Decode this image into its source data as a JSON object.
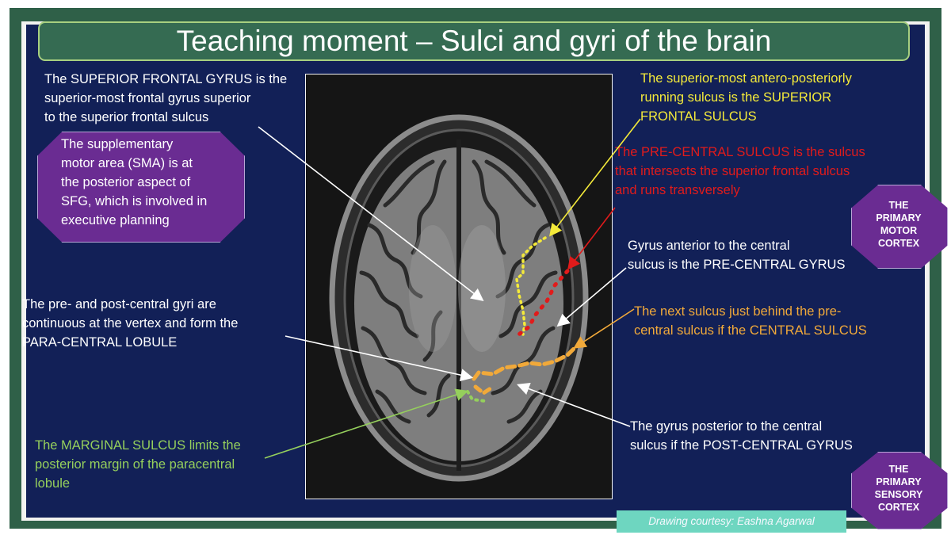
{
  "title": "Teaching moment – Sulci and gyri of the brain",
  "labels": {
    "superior_frontal_gyrus": [
      "The SUPERIOR FRONTAL GYRUS is the",
      "superior-most frontal gyrus superior",
      "to the superior frontal sulcus"
    ],
    "sma": [
      "The supplementary",
      "motor area (SMA) is at",
      "the posterior aspect of",
      "SFG, which is involved in",
      "executive planning"
    ],
    "superior_frontal_sulcus": [
      "The superior-most antero-posteriorly",
      "running sulcus is the SUPERIOR",
      "FRONTAL SULCUS"
    ],
    "precentral_sulcus": [
      "The PRE-CENTRAL SULCUS is the sulcus",
      "that intersects the superior frontal sulcus",
      "and runs transversely"
    ],
    "precentral_gyrus": [
      "Gyrus anterior to the central",
      "sulcus is the PRE-CENTRAL GYRUS"
    ],
    "paracentral_lobule": [
      "The pre- and post-central gyri are",
      "continuous at the vertex and form the",
      "PARA-CENTRAL LOBULE"
    ],
    "central_sulcus": [
      "The next sulcus just behind the pre-",
      "central sulcus if the CENTRAL SULCUS"
    ],
    "postcentral_gyrus": [
      "The gyrus posterior to the central",
      "sulcus if the POST-CENTRAL GYRUS"
    ],
    "marginal_sulcus": [
      "The MARGINAL SULCUS limits the",
      "posterior margin of the paracentral",
      "lobule"
    ]
  },
  "badges": {
    "motor": [
      "THE",
      "PRIMARY",
      "MOTOR",
      "CORTEX"
    ],
    "sensory": [
      "THE",
      "PRIMARY",
      "SENSORY",
      "CORTEX"
    ]
  },
  "courtesy": "Drawing courtesy: Eashna Agarwal",
  "colors": {
    "slide_background": "#122057",
    "title_bar": "#356b52",
    "badge_purple": "#6a2c92",
    "superior_frontal_sulcus": "#f4ea3a",
    "precentral_sulcus": "#e11b1b",
    "central_sulcus": "#f1a93a",
    "marginal_sulcus": "#95cf5c",
    "courtesy_box": "#6ed6c0"
  }
}
